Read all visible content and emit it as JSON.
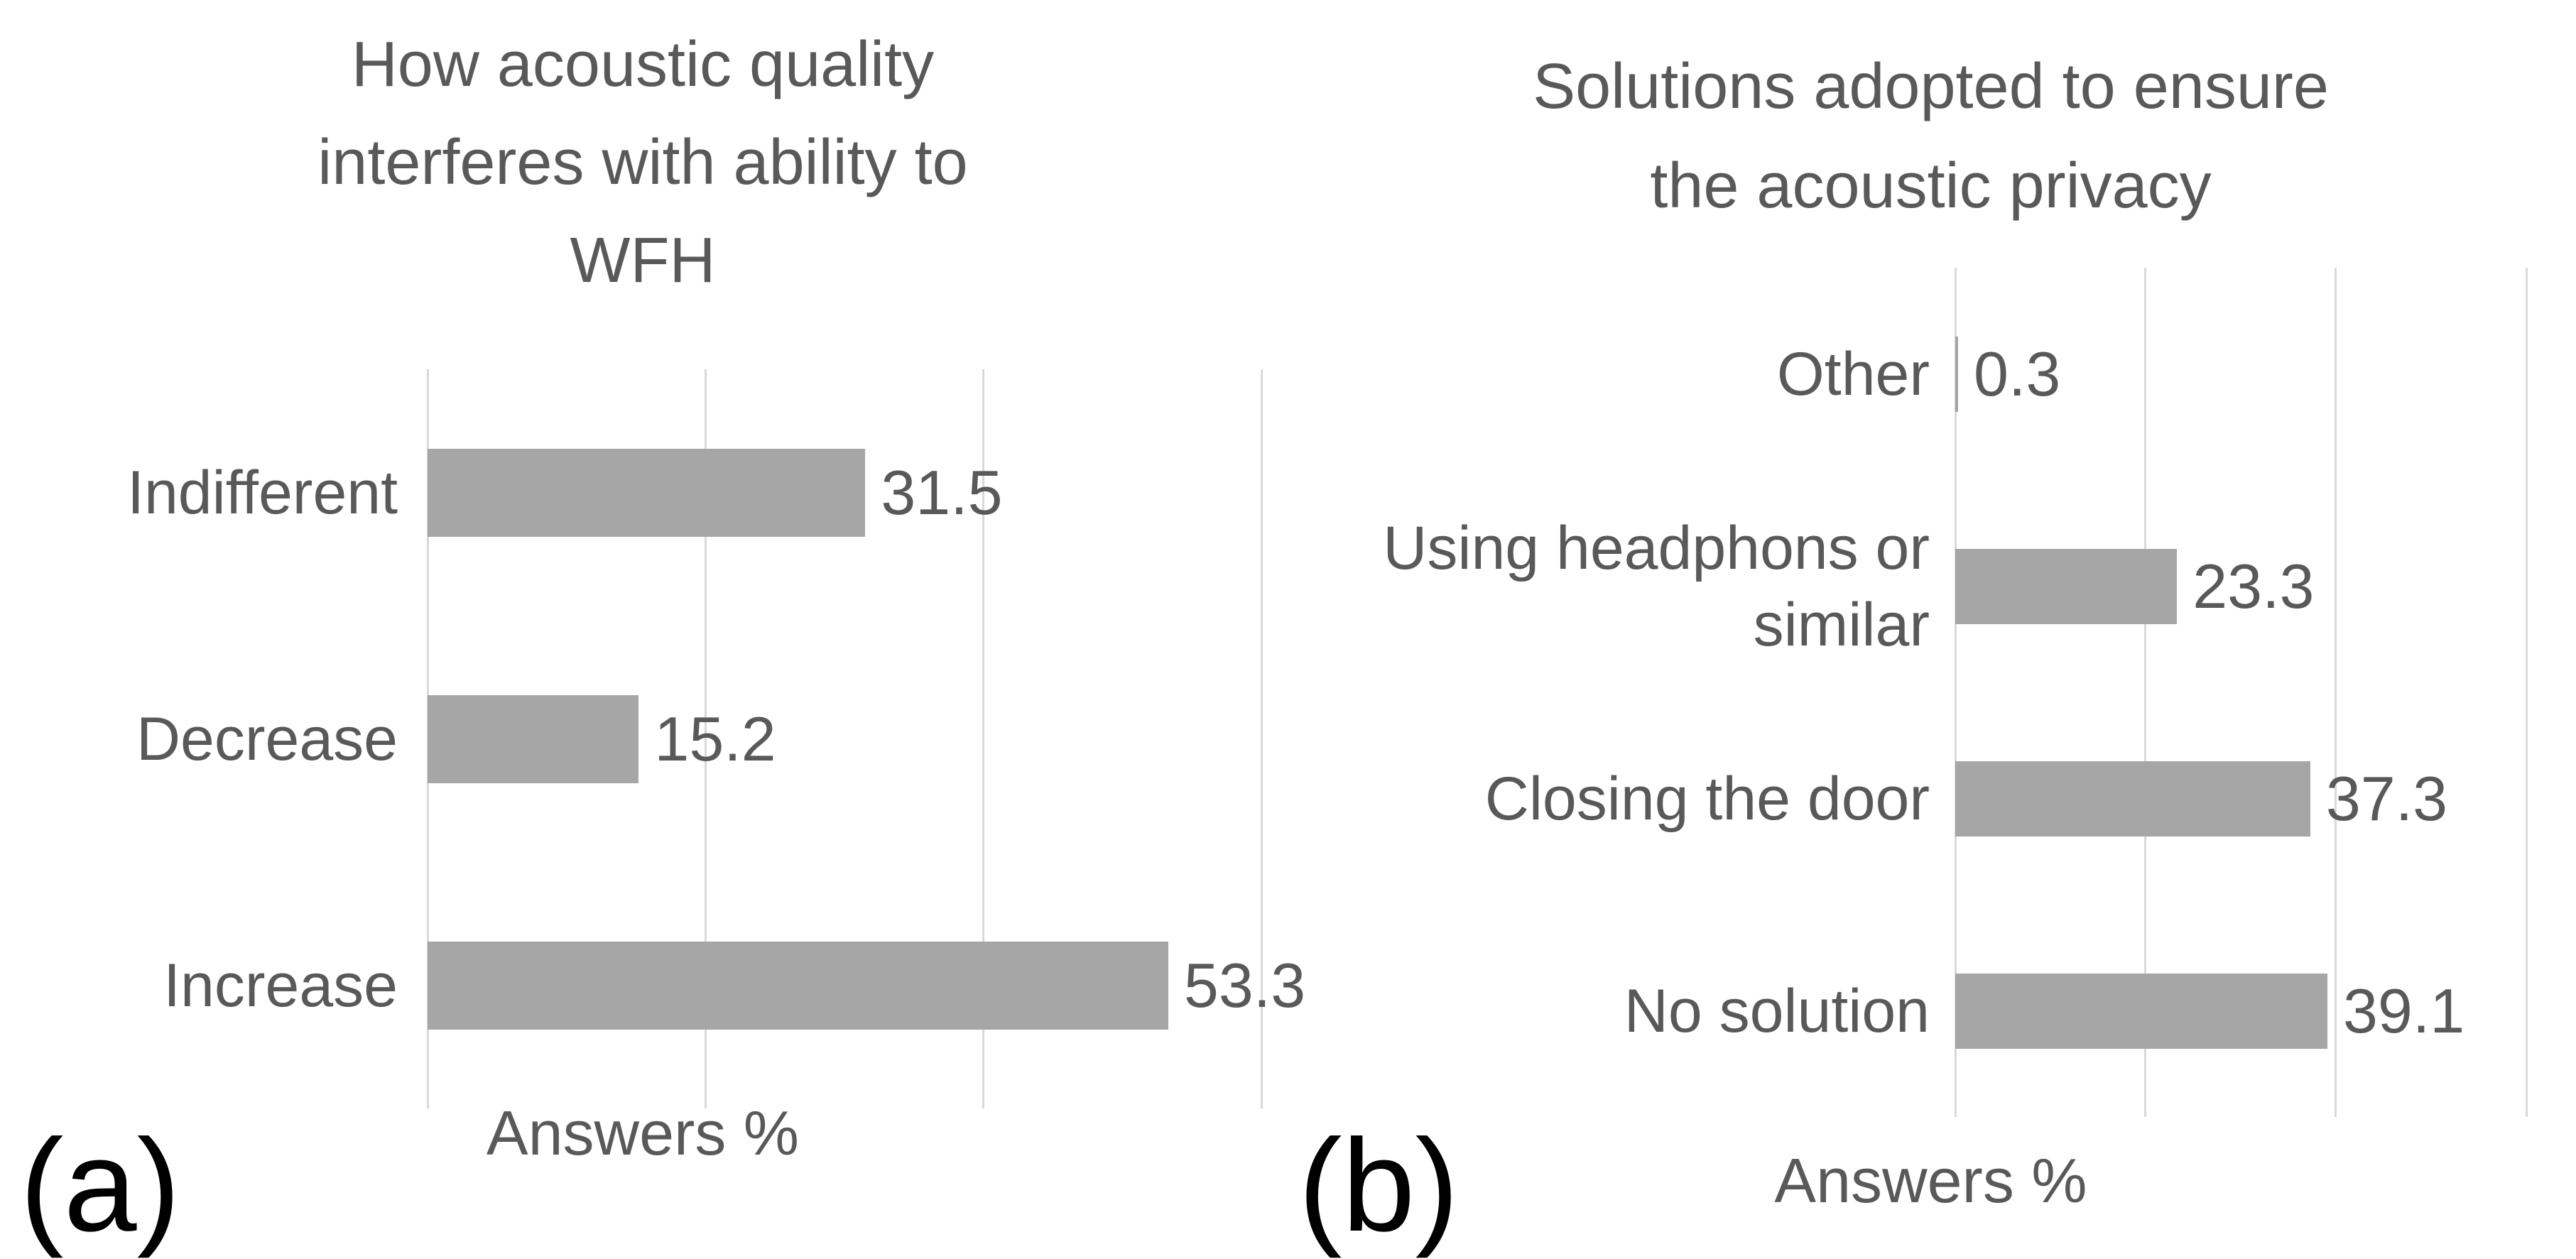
{
  "figure": {
    "background": "#ffffff",
    "panel_letters": [
      "(a)",
      "(b)"
    ]
  },
  "chart_data": [
    {
      "type": "bar",
      "orientation": "horizontal",
      "title": "How acoustic quality\ninterferes with ability to\nWFH",
      "panel_label": "(a)",
      "categories": [
        "Indifferent",
        "Decrease",
        "Increase"
      ],
      "values": [
        31.5,
        15.2,
        53.3
      ],
      "value_labels": [
        "31.5",
        "15.2",
        "53.3"
      ],
      "xlabel": "Answers %",
      "ylabel": "",
      "xlim": [
        0,
        60
      ],
      "gridline_ticks": [
        0,
        20,
        40,
        60
      ],
      "tick_labels_visible": false,
      "grid": "vertical",
      "legend": "none",
      "bar_color": "#a6a6a6",
      "gridline_color": "#d9d9d9",
      "text_color": "#595959",
      "letter_color": "#000000"
    },
    {
      "type": "bar",
      "orientation": "horizontal",
      "title": "Solutions adopted to ensure\nthe acoustic privacy",
      "panel_label": "(b)",
      "categories": [
        "Other",
        "Using headphons or\nsimilar",
        "Closing the door",
        "No solution"
      ],
      "values": [
        0.3,
        23.3,
        37.3,
        39.1
      ],
      "value_labels": [
        "0.3",
        "23.3",
        "37.3",
        "39.1"
      ],
      "xlabel": "Answers %",
      "ylabel": "",
      "xlim": [
        0,
        60
      ],
      "gridline_ticks": [
        0,
        20,
        40,
        60
      ],
      "tick_labels_visible": false,
      "grid": "vertical",
      "legend": "none",
      "bar_color": "#a6a6a6",
      "gridline_color": "#d9d9d9",
      "text_color": "#595959",
      "letter_color": "#000000"
    }
  ]
}
